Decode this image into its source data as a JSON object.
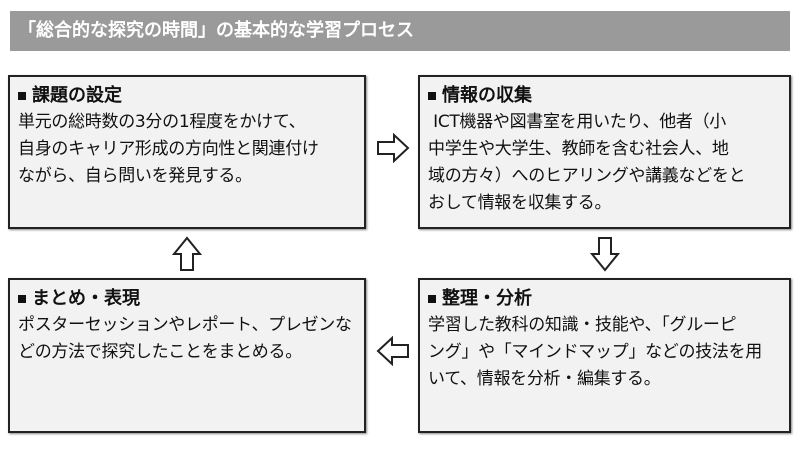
{
  "header": {
    "title": "「総合的な探究の時間」の基本的な学習プロセス"
  },
  "steps": [
    {
      "title": "課題の設定",
      "lines": [
        "単元の総時数の3分の1程度をかけて、",
        "自身のキャリア形成の方向性と関連付け",
        "ながら、自ら問いを発見する。"
      ]
    },
    {
      "title": "情報の収集",
      "lines": [
        " ICT機器や図書室を用いたり、他者（小",
        "中学生や大学生、教師を含む社会人、地",
        "域の方々）へのヒアリングや講義などをと",
        "おして情報を収集する。"
      ]
    },
    {
      "title": "整理・分析",
      "lines": [
        "学習した教科の知識・技能や、「グルーピ",
        "ング」や「マインドマップ」などの技法を用",
        "いて、情報を分析・編集する。"
      ]
    },
    {
      "title": "まとめ・表現",
      "lines": [
        "ポスターセッションやレポート、プレゼンな",
        "どの方法で探究したことをまとめる。"
      ]
    }
  ],
  "colors": {
    "header_bg": "#9a9a9a",
    "box_bg": "#f2f2f2",
    "border": "#222222"
  }
}
